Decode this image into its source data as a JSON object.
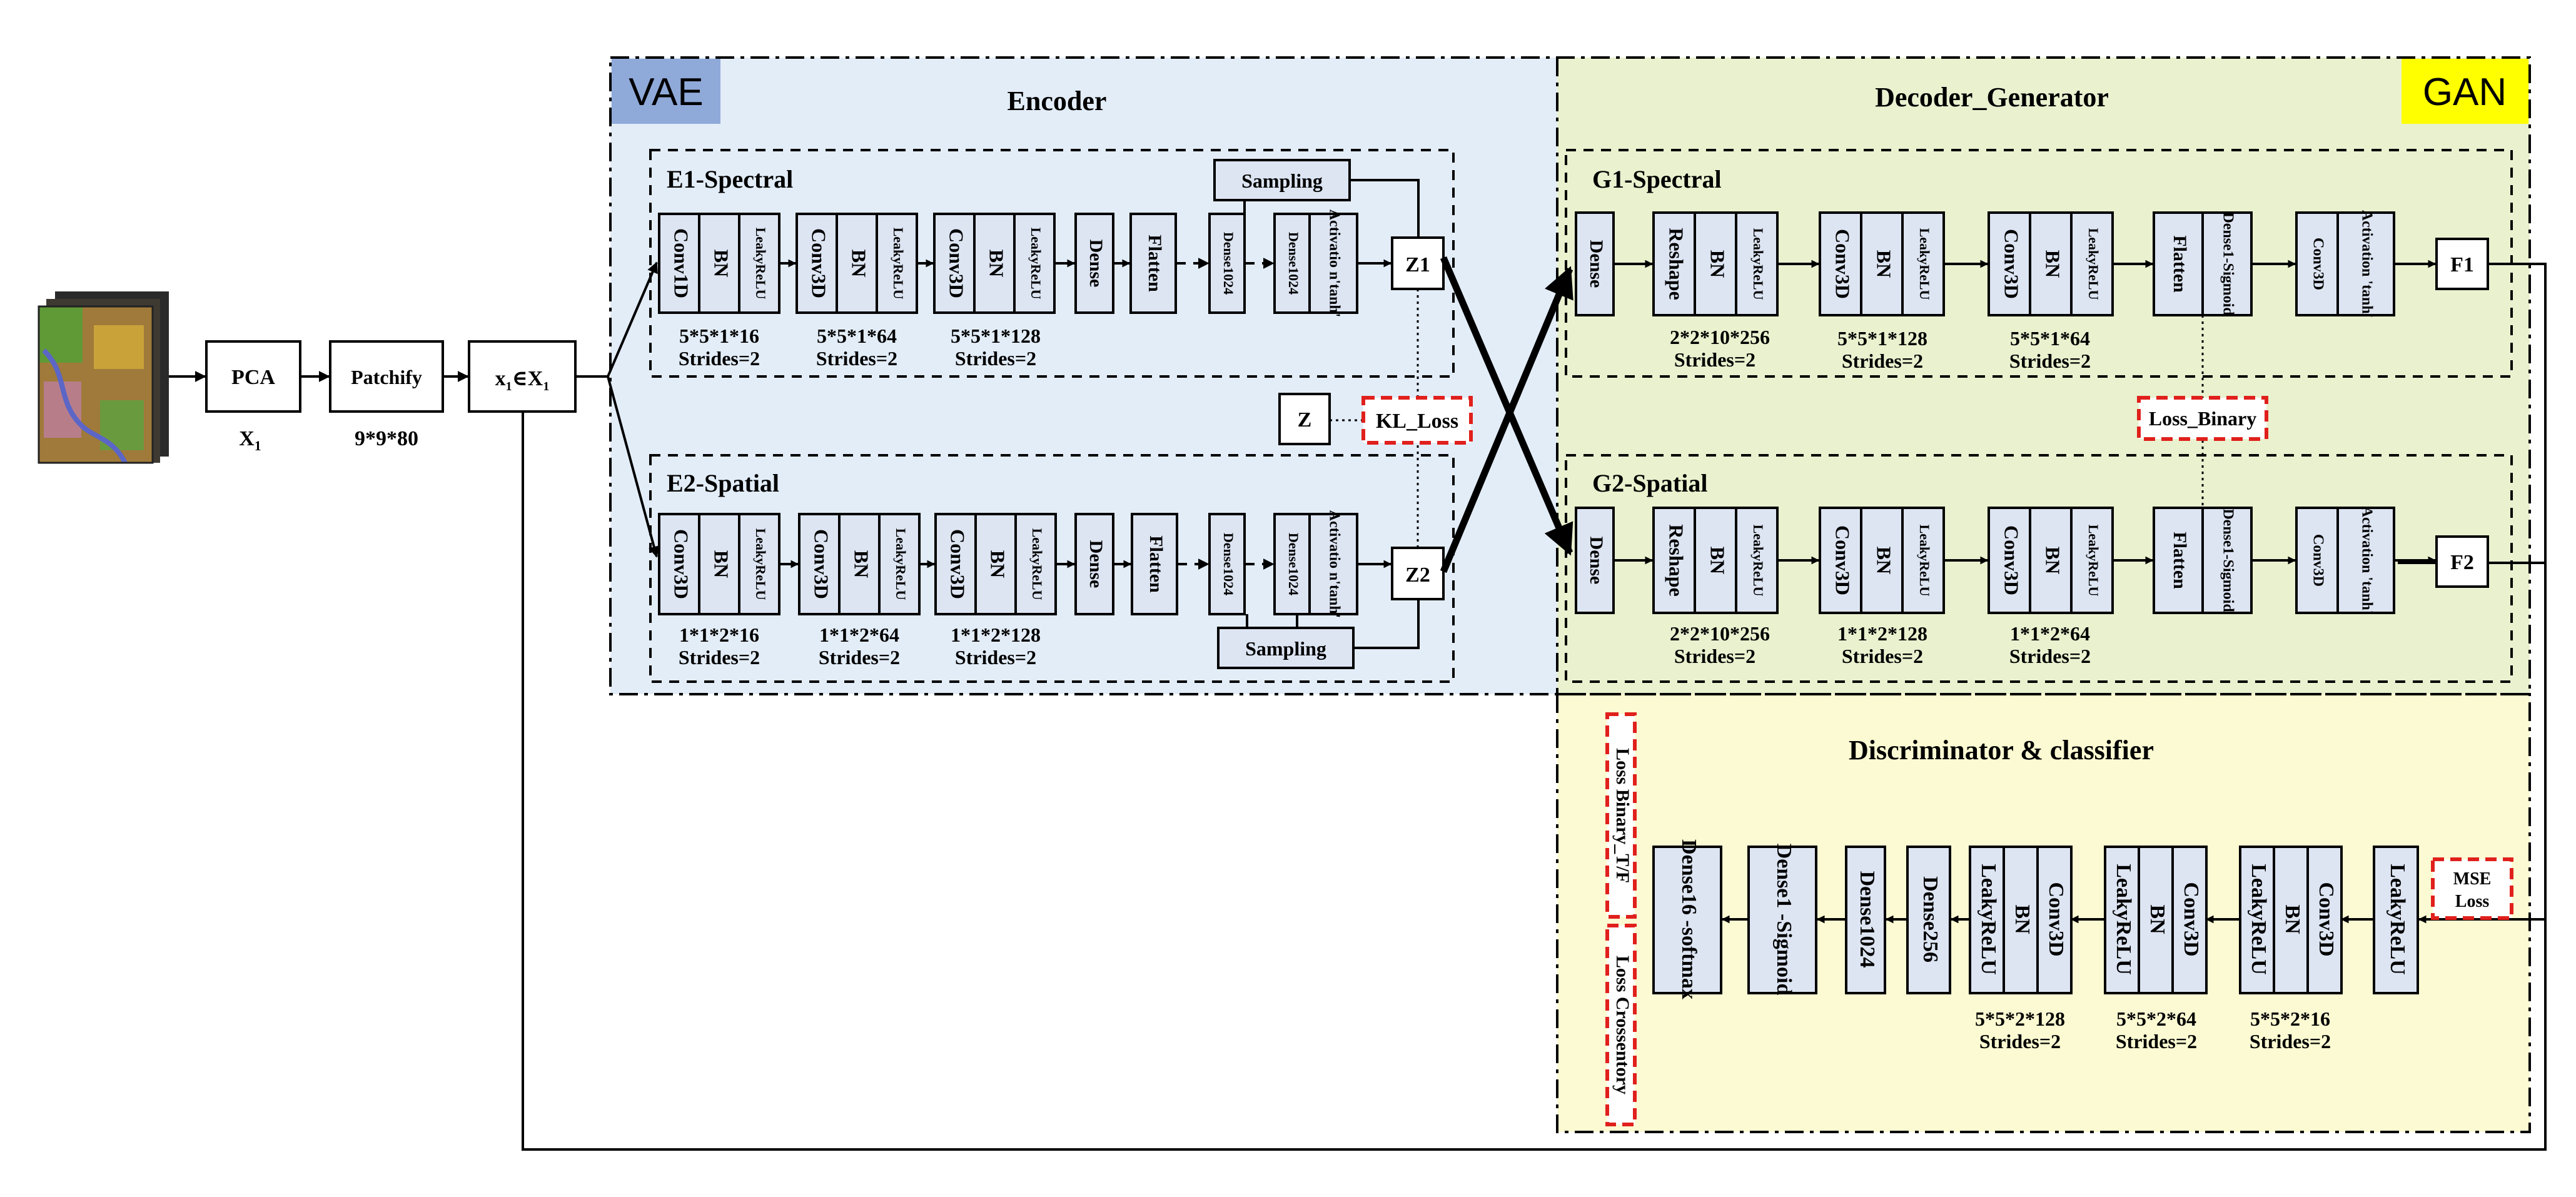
{
  "labels": {
    "vae": "VAE",
    "gan": "GAN",
    "encoder": "Encoder",
    "decoder_generator": "Decoder_Generator",
    "discriminator": "Discriminator & classifier",
    "e1": "E1-Spectral",
    "e2": "E2-Spatial",
    "g1": "G1-Spectral",
    "g2": "G2-Spatial"
  },
  "input": {
    "pca": "PCA",
    "pca_sub": "X",
    "pca_sub_idx": "1",
    "patchify": "Patchify",
    "patchify_sub": "9*9*80",
    "x_main": "x",
    "x_sub1": "1",
    "x_in": "∈X",
    "x_sub2": "1"
  },
  "e1": {
    "blocks": [
      "Conv1D",
      "BN",
      "LeakyReLU",
      "Conv3D",
      "BN",
      "LeakyReLU",
      "Conv3D",
      "BN",
      "LeakyReLU",
      "Dense",
      "Flatten",
      "Dense1024",
      "Dense1024",
      "Activatio n'tanh'"
    ],
    "cap1a": "5*5*1*16",
    "cap1b": "Strides=2",
    "cap2a": "5*5*1*64",
    "cap2b": "Strides=2",
    "cap3a": "5*5*1*128",
    "cap3b": "Strides=2"
  },
  "e2": {
    "blocks": [
      "Conv3D",
      "BN",
      "LeakyReLU",
      "Conv3D",
      "BN",
      "LeakyReLU",
      "Conv3D",
      "BN",
      "LeakyReLU",
      "Dense",
      "Flatten",
      "Dense1024",
      "Dense1024",
      "Activatio n'tanh'"
    ],
    "cap1a": "1*1*2*16",
    "cap1b": "Strides=2",
    "cap2a": "1*1*2*64",
    "cap2b": "Strides=2",
    "cap3a": "1*1*2*128",
    "cap3b": "Strides=2"
  },
  "latent": {
    "sampling1": "Sampling",
    "sampling2": "Sampling",
    "z1": "Z1",
    "z2": "Z2",
    "z": "Z",
    "kl_loss": "KL_Loss"
  },
  "g1": {
    "blocks": [
      "Dense",
      "Reshape",
      "BN",
      "LeakyReLU",
      "Conv3D",
      "BN",
      "LeakyReLU",
      "Conv3D",
      "BN",
      "LeakyReLU",
      "Flatten",
      "Dense1-Sigmoid",
      "Conv3D",
      "Activation 'tanh'"
    ],
    "out": "F1",
    "cap1a": "2*2*10*256",
    "cap1b": "Strides=2",
    "cap2a": "5*5*1*128",
    "cap2b": "Strides=2",
    "cap3a": "5*5*1*64",
    "cap3b": "Strides=2"
  },
  "g2": {
    "blocks": [
      "Dense",
      "Reshape",
      "BN",
      "LeakyReLU",
      "Conv3D",
      "BN",
      "LeakyReLU",
      "Conv3D",
      "BN",
      "LeakyReLU",
      "Flatten",
      "Dense1-Sigmoid",
      "Conv3D",
      "Activation 'tanh'"
    ],
    "out": "F2",
    "cap1a": "2*2*10*256",
    "cap1b": "Strides=2",
    "cap2a": "1*1*2*128",
    "cap2b": "Strides=2",
    "cap3a": "1*1*2*64",
    "cap3b": "Strides=2"
  },
  "loss_binary": "Loss_Binary",
  "disc": {
    "blocks": [
      "LeakyReLU",
      "LeakyReLU",
      "BN",
      "Conv3D",
      "LeakyReLU",
      "BN",
      "Conv3D",
      "LeakyReLU",
      "BN",
      "Conv3D",
      "Dense256",
      "Dense1024",
      "Dense1 -Sigmoid",
      "Dense16 -softmax"
    ],
    "cap1a": "5*5*2*16",
    "cap1b": "Strides=2",
    "cap2a": "5*5*2*64",
    "cap2b": "Strides=2",
    "cap3a": "5*5*2*128",
    "cap3b": "Strides=2",
    "mse_a": "MSE",
    "mse_b": "Loss",
    "loss_tf": "Loss Binary_T/F",
    "loss_ce": "Loss Crossentory"
  },
  "colors": {
    "vae_bg": "#e3edf8",
    "gan_bg": "#e9f1cf",
    "disc_bg": "#fbfad2",
    "block_fill": "#dde5f3",
    "vae_tag": "#8fa9d9",
    "gan_tag": "#ffff00",
    "loss_red": "#e0201c"
  }
}
